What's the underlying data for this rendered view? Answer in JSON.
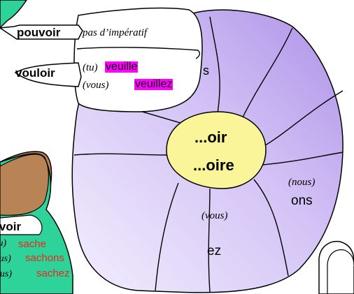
{
  "colors": {
    "wheel_light": "#f3eefd",
    "wheel_dark": "#ad91e8",
    "center": "#fbf59a",
    "green": "#2ed39a",
    "brown": "#b88456",
    "highlight": "#ff00ff",
    "red_text": "#e8281e"
  },
  "wheel": {
    "center_line1": "...oir",
    "center_line2": "...oire",
    "segment_s": "s",
    "segment_nous_pronoun": "(nous)",
    "segment_nous_ending": "ons",
    "segment_vous_pronoun": "(vous)",
    "segment_vous_ending": "ez"
  },
  "callout": {
    "pouvoir_verb": "pouvoir",
    "pouvoir_note": "pas d’impératif",
    "vouloir_verb": "vouloir",
    "vouloir_tu_pronoun": "(tu)",
    "vouloir_tu_form": "veuille",
    "vouloir_vous_pronoun": "(vous)",
    "vouloir_vous_form": "veuillez"
  },
  "savoir": {
    "verb": "savoir",
    "tu_pronoun": "(tu)",
    "tu_form": "sache",
    "nous_pronoun": "(nous)",
    "nous_form": "sachons",
    "vous_pronoun": "(vous)",
    "vous_form": "sachez"
  }
}
